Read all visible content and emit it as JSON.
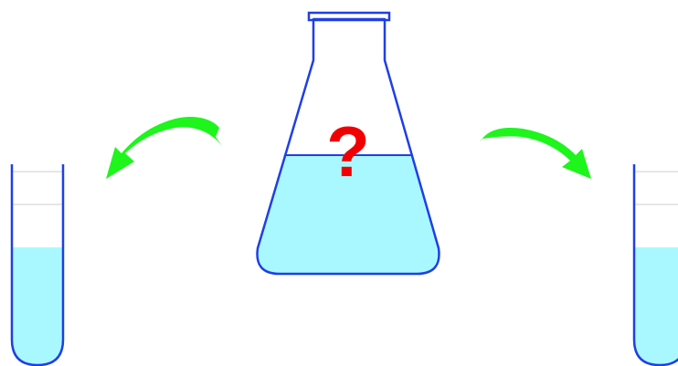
{
  "flask": {
    "label": "?",
    "liquid_level": 0.6
  },
  "left_tube": {
    "liquid_level": 0.55
  },
  "right_tube": {
    "liquid_level": 0.55
  },
  "colors": {
    "outline": "#1f3fe6",
    "liquid": "#aaf8ff",
    "arrow": "#1df51d",
    "question_mark": "#f00000",
    "tube_marks": "#dddddd",
    "background": "#ffffff"
  },
  "icons": {
    "left_arrow": "curved-arrow-left",
    "right_arrow": "curved-arrow-right"
  }
}
